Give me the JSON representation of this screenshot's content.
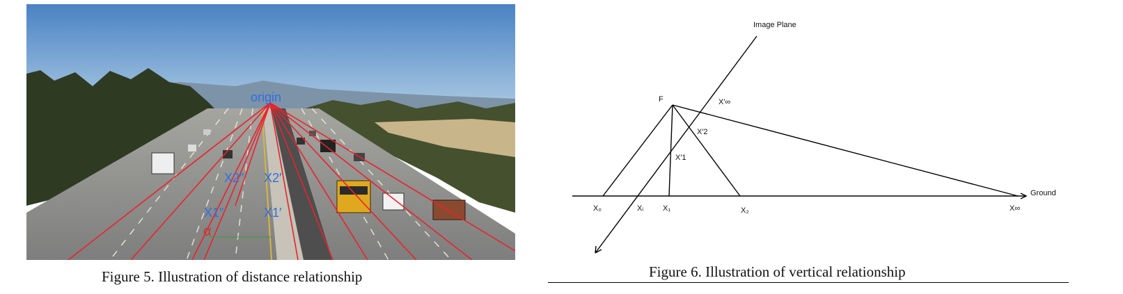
{
  "figure5": {
    "caption": "Figure 5. Illustration of distance relationship",
    "labels": {
      "origin": "origin",
      "x2_double": "X2″",
      "x2_single": "X2′",
      "x1_double": "X1″",
      "x1_single": "X1′",
      "alpha": "α"
    },
    "colors": {
      "sky_top": "#4d86c6",
      "sky_bottom": "#a9c8e2",
      "road": "#8c8c8c",
      "lines": "#e8232b",
      "labels": "#2f6fe0",
      "alpha": "#c0392b"
    }
  },
  "figure6": {
    "caption": "Figure 6. Illustration of vertical relationship",
    "labels": {
      "image_plane": "Image Plane",
      "focal_point": "F",
      "x_inf_prime": "X′∞",
      "x2_prime": "X′2",
      "x1_prime": "X′1",
      "ground": "Ground",
      "x0": "X₀",
      "xi": "Xᵢ",
      "x1": "X₁",
      "x2": "X₂",
      "x_inf": "X∞"
    }
  }
}
